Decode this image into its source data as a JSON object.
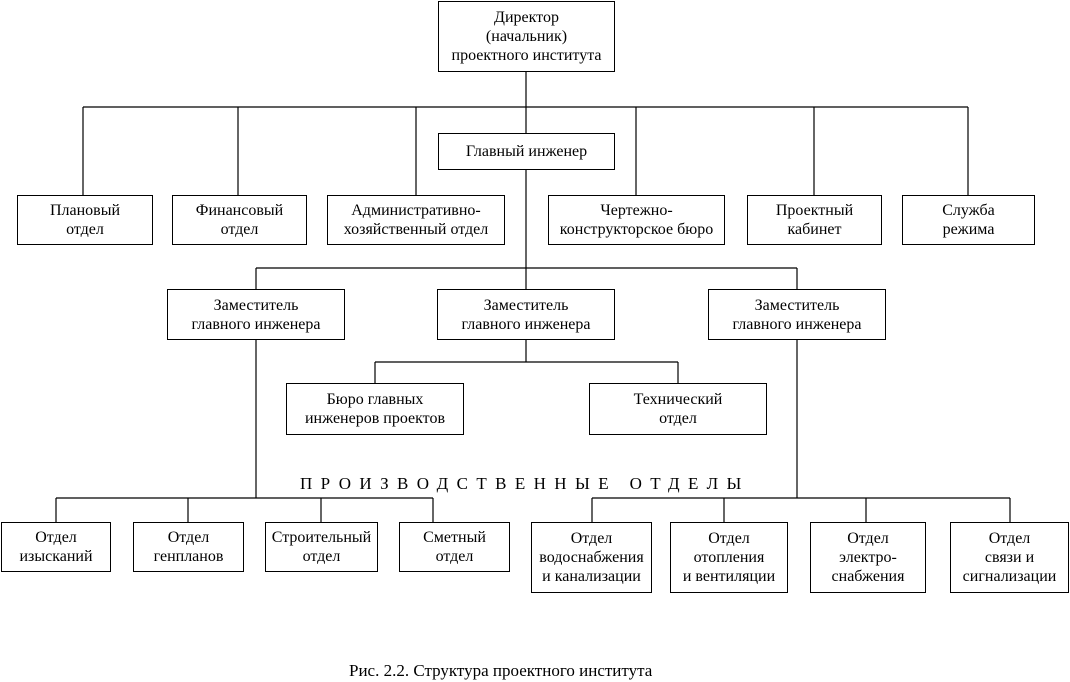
{
  "director": [
    "Директор",
    "(начальник)",
    "проектного института"
  ],
  "chief_engineer": [
    "Главный инженер"
  ],
  "departments_top": [
    [
      "Плановый",
      "отдел"
    ],
    [
      "Финансовый",
      "отдел"
    ],
    [
      "Административно-",
      "хозяйственный отдел"
    ],
    [
      "Чертежно-",
      "конструкторское бюро"
    ],
    [
      "Проектный",
      "кабинет"
    ],
    [
      "Служба",
      "режима"
    ]
  ],
  "deputies": [
    [
      "Заместитель",
      "главного инженера"
    ],
    [
      "Заместитель",
      "главного инженера"
    ],
    [
      "Заместитель",
      "главного инженера"
    ]
  ],
  "bureau": [
    "Бюро главных",
    "инженеров проектов"
  ],
  "technical": [
    "Технический",
    "отдел"
  ],
  "production_label": "ПРОИЗВОДСТВЕННЫЕ ОТДЕЛЫ",
  "production_departments": [
    [
      "Отдел",
      "изысканий"
    ],
    [
      "Отдел",
      "генпланов"
    ],
    [
      "Строительный",
      "отдел"
    ],
    [
      "Сметный",
      "отдел"
    ],
    [
      "Отдел",
      "водоснабжения",
      "и канализации"
    ],
    [
      "Отдел",
      "отопления",
      "и вентиляции"
    ],
    [
      "Отдел",
      "электро-",
      "снабжения"
    ],
    [
      "Отдел",
      "связи и",
      "сигнализации"
    ]
  ],
  "caption": "Рис. 2.2. Структура проектного института"
}
